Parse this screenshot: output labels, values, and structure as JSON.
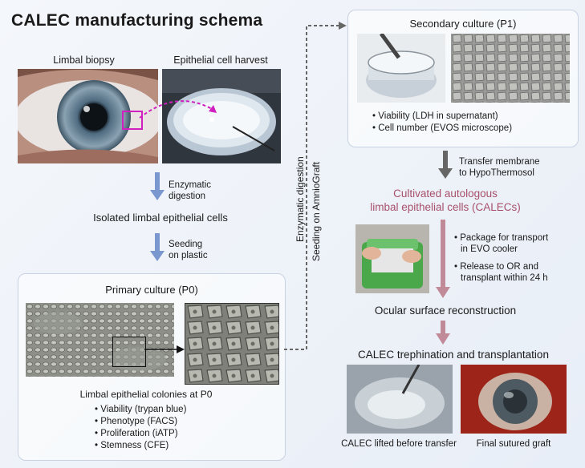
{
  "title": "CALEC manufacturing schema",
  "left": {
    "biopsy_label": "Limbal biopsy",
    "harvest_label": "Epithelial cell harvest",
    "step1_line1": "Enzymatic",
    "step1_line2": "digestion",
    "isolated": "Isolated limbal epithelial cells",
    "step2_line1": "Seeding",
    "step2_line2": "on plastic"
  },
  "primary": {
    "title": "Primary culture (P0)",
    "caption": "Limbal epithelial colonies at P0",
    "bullets": [
      "Viability (trypan blue)",
      "Phenotype (FACS)",
      "Proliferation (iATP)",
      "Stemness (CFE)"
    ]
  },
  "connector": {
    "line1": "Enzymatic digestion",
    "line2": "Seeding on AmnioGraft"
  },
  "secondary": {
    "title": "Secondary culture (P1)",
    "bullets": [
      "Viability (LDH in supernatant)",
      "Cell number (EVOS microscope)"
    ]
  },
  "right": {
    "transfer_line1": "Transfer membrane",
    "transfer_line2": "to HypoThermosol",
    "calec_line1": "Cultivated autologous",
    "calec_line2": "limbal epithelial cells (CALECs)",
    "bullets": [
      [
        "Package for transport",
        "in EVO cooler"
      ],
      [
        "Release to OR and",
        "transplant within 24 h"
      ]
    ],
    "ocular": "Ocular surface reconstruction",
    "trephination": "CALEC trephination and transplantation",
    "cap_left": "CALEC lifted before transfer",
    "cap_right": "Final sutured graft"
  },
  "colors": {
    "blue_arrow": "#7b97cf",
    "gray_arrow": "#666666",
    "pink_arrow": "#c08a98",
    "magenta": "#d020c0",
    "pink_text": "#a8506a"
  }
}
